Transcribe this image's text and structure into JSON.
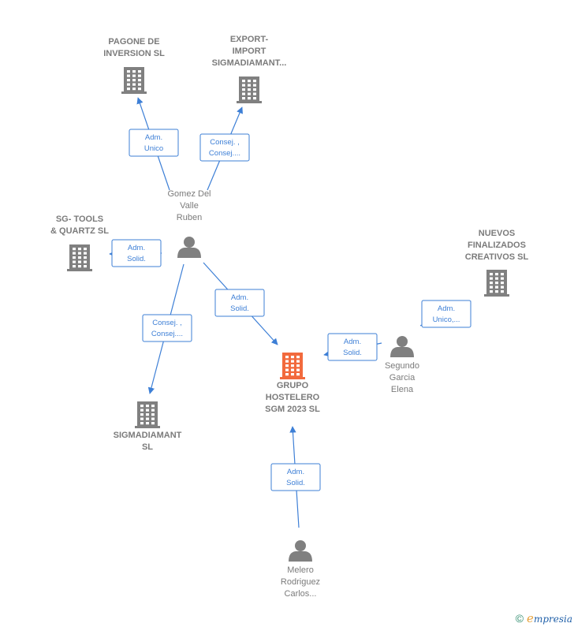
{
  "colors": {
    "edge": "#3d7fd6",
    "node": "#808080",
    "main_node": "#f26a3d",
    "label": "#7b7b7b"
  },
  "nodes": [
    {
      "id": "pagone",
      "type": "company",
      "lines": [
        "PAGONE DE",
        "INVERSION  SL"
      ]
    },
    {
      "id": "export",
      "type": "company",
      "lines": [
        "EXPORT-",
        "IMPORT",
        "SIGMADIAMANT..."
      ]
    },
    {
      "id": "gomez",
      "type": "person",
      "lines": [
        "Gomez Del",
        "Valle",
        "Ruben"
      ]
    },
    {
      "id": "sgtools",
      "type": "company",
      "lines": [
        "SG- TOOLS",
        "& QUARTZ  SL"
      ]
    },
    {
      "id": "nuevos",
      "type": "company",
      "lines": [
        "NUEVOS",
        "FINALIZADOS",
        "CREATIVOS  SL"
      ]
    },
    {
      "id": "grupo",
      "type": "main",
      "lines": [
        "GRUPO",
        "HOSTELERO",
        "SGM 2023  SL"
      ]
    },
    {
      "id": "segundo",
      "type": "person",
      "lines": [
        "Segundo",
        "Garcia",
        "Elena"
      ]
    },
    {
      "id": "sigma",
      "type": "company",
      "lines": [
        "SIGMADIAMANT",
        "SL"
      ]
    },
    {
      "id": "melero",
      "type": "person",
      "lines": [
        "Melero",
        "Rodriguez",
        "Carlos..."
      ]
    }
  ],
  "edges": [
    {
      "id": "gomez-pagone",
      "from": "gomez",
      "to": "pagone",
      "label": [
        "Adm.",
        "Unico"
      ]
    },
    {
      "id": "gomez-export",
      "from": "gomez",
      "to": "export",
      "label": [
        "Consej. ,",
        "Consej...."
      ]
    },
    {
      "id": "gomez-sgtools",
      "from": "gomez",
      "to": "sgtools",
      "label": [
        "Adm.",
        "Solid."
      ]
    },
    {
      "id": "gomez-grupo",
      "from": "gomez",
      "to": "grupo",
      "label": [
        "Adm.",
        "Solid."
      ]
    },
    {
      "id": "gomez-sigma",
      "from": "gomez",
      "to": "sigma",
      "label": [
        "Consej. ,",
        "Consej...."
      ]
    },
    {
      "id": "segundo-nuevos",
      "from": "segundo",
      "to": "nuevos",
      "label": [
        "Adm.",
        "Unico,..."
      ]
    },
    {
      "id": "segundo-grupo",
      "from": "segundo",
      "to": "grupo",
      "label": [
        "Adm.",
        "Solid."
      ]
    },
    {
      "id": "melero-grupo",
      "from": "melero",
      "to": "grupo",
      "label": [
        "Adm.",
        "Solid."
      ]
    }
  ],
  "footer": {
    "copyright": "©",
    "brand_initial": "e",
    "brand_rest": "mpresia"
  }
}
